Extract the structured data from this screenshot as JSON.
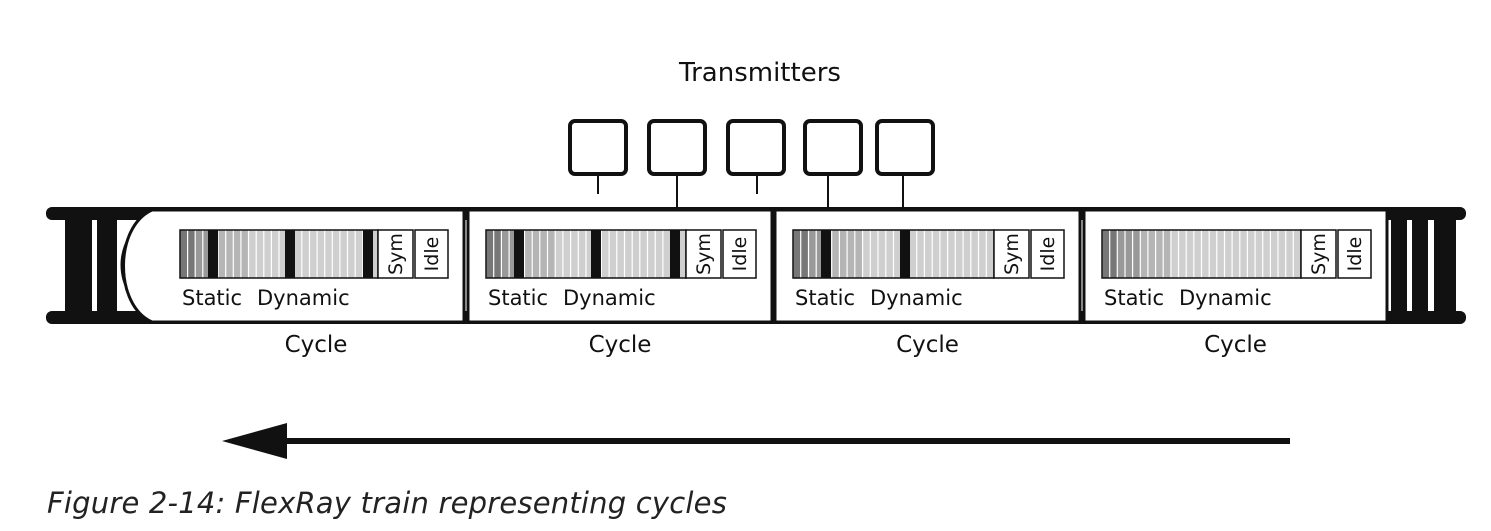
{
  "transmitters_label": "Transmitters",
  "transmitters": [
    {
      "id": "t1",
      "points_to_cycle": null
    },
    {
      "id": "t2",
      "points_to_cycle": 2
    },
    {
      "id": "t3",
      "points_to_cycle": null
    },
    {
      "id": "t4",
      "points_to_cycle": 3
    },
    {
      "id": "t5",
      "points_to_cycle": 3
    }
  ],
  "cycles": [
    {
      "label": "Cycle",
      "static_label": "Static",
      "dynamic_label": "Dynamic",
      "sym_label": "Sym",
      "idle_label": "Idle"
    },
    {
      "label": "Cycle",
      "static_label": "Static",
      "dynamic_label": "Dynamic",
      "sym_label": "Sym",
      "idle_label": "Idle"
    },
    {
      "label": "Cycle",
      "static_label": "Static",
      "dynamic_label": "Dynamic",
      "sym_label": "Sym",
      "idle_label": "Idle"
    },
    {
      "label": "Cycle",
      "static_label": "Static",
      "dynamic_label": "Dynamic",
      "sym_label": "Sym",
      "idle_label": "Idle"
    }
  ],
  "direction": "left",
  "caption": "Figure 2-14: FlexRay train representing cycles"
}
